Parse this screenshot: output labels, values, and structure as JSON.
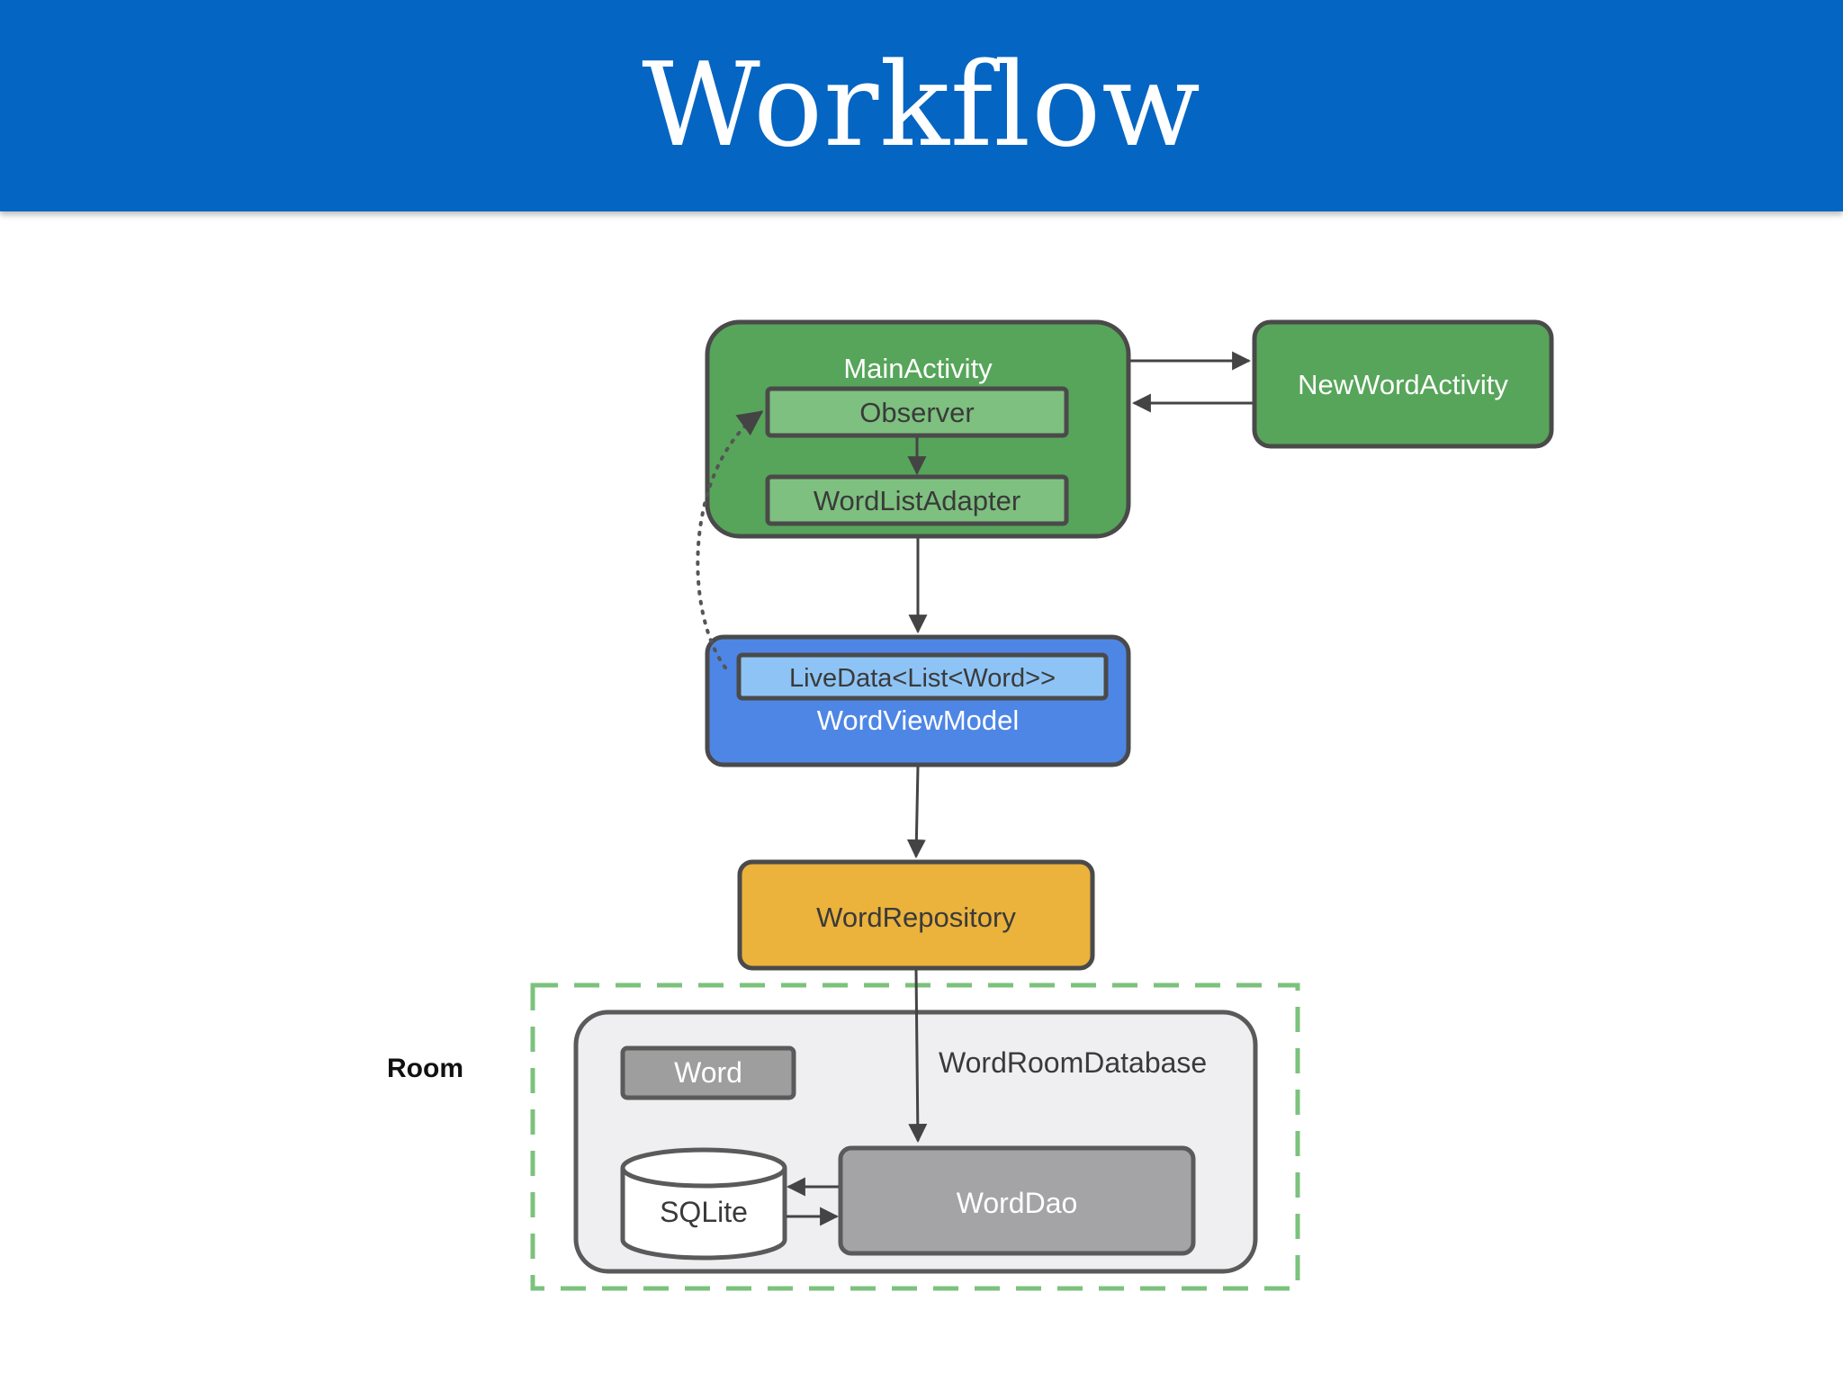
{
  "header": {
    "title": "Workflow",
    "color": "#0565c2"
  },
  "diagram": {
    "main_activity": {
      "label": "MainActivity",
      "color": "#57a55a"
    },
    "observer": {
      "label": "Observer",
      "color": "#7dc07f"
    },
    "word_list_adapter": {
      "label": "WordListAdapter",
      "color": "#7dc07f"
    },
    "new_word_activity": {
      "label": "NewWordActivity",
      "color": "#57a55a"
    },
    "live_data": {
      "label": "LiveData<List<Word>>",
      "color": "#8ec4f5"
    },
    "word_view_model": {
      "label": "WordViewModel",
      "color": "#4e86e6"
    },
    "word_repository": {
      "label": "WordRepository",
      "color": "#ebb23c"
    },
    "room_label": "Room",
    "word_room_database": {
      "label": "WordRoomDatabase",
      "color": "#efeef0"
    },
    "word_entity": {
      "label": "Word",
      "color": "#9e9e9e"
    },
    "sqlite": {
      "label": "SQLite"
    },
    "word_dao": {
      "label": "WordDao",
      "color": "#a4a4a6"
    },
    "room_border_color": "#7cc27d"
  }
}
